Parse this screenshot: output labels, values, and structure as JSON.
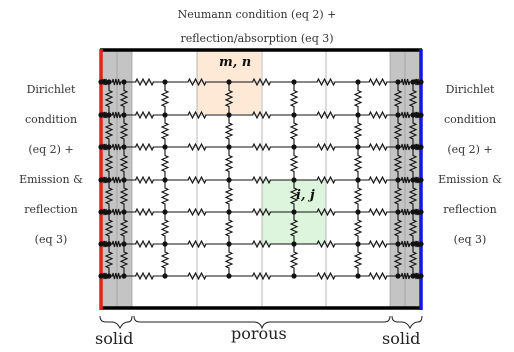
{
  "top_label": {
    "line1": "Neumann condition (eq 2) +",
    "line2": "reflection/absorption (eq 3)"
  },
  "left_label": [
    "Dirichlet",
    "condition",
    "(eq 2) +",
    "Emission &",
    "reflection",
    "(eq 3)"
  ],
  "right_label": [
    "Dirichlet",
    "condition",
    "(eq 2) +",
    "Emission &",
    "reflection",
    "(eq 3)"
  ],
  "cell_labels": {
    "top_cell": "m, n",
    "inner_cell": "i, j"
  },
  "bottom_labels": {
    "left": "solid",
    "middle": "porous",
    "right": "solid"
  },
  "colors": {
    "left_boundary": "#e8201c",
    "right_boundary": "#1414e6",
    "solid_fill": "#c4c4c4",
    "top_cell_fill": "#fde9d6",
    "inner_cell_fill": "#ddf5dd"
  }
}
